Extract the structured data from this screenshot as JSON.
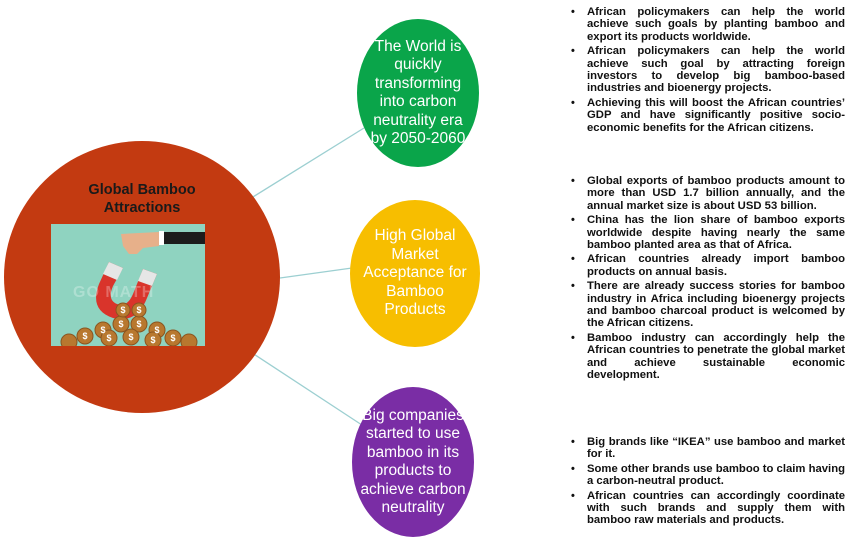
{
  "hub": {
    "title_line1": "Global Bamboo",
    "title_line2": "Attractions",
    "illustration": "magnet-attracting-coins",
    "watermark": "GO MATH",
    "color": "#c33a11"
  },
  "nodes": [
    {
      "id": "world",
      "lines": [
        "The World is",
        "quickly",
        "transforming",
        "into carbon",
        "neutrality era",
        "by 2050-2060"
      ],
      "color": "#0aa54a"
    },
    {
      "id": "market",
      "lines": [
        "High Global",
        "Market",
        "Acceptance for",
        "Bamboo",
        "Products"
      ],
      "color": "#f7be00"
    },
    {
      "id": "brands",
      "lines": [
        "Big companies",
        "started to use",
        "bamboo in its",
        "products to",
        "achieve carbon",
        "neutrality"
      ],
      "color": "#7a2da5"
    }
  ],
  "connector_color": "#9ccfd1",
  "bullets": {
    "group1": [
      "African policymakers can help the world achieve such goals by planting bamboo and export its products worldwide.",
      "African policymakers can help the world achieve such goal by attracting foreign investors to develop big bamboo-based industries and bioenergy projects.",
      "Achieving this will boost the African countries’ GDP and have significantly positive socio-economic benefits for the African citizens."
    ],
    "group2": [
      "Global exports of bamboo products amount to more than USD 1.7 billion annually, and the annual market size is about USD 53 billion.",
      "China has the lion share of bamboo exports worldwide despite having nearly the same bamboo planted area as that of Africa.",
      "African countries already import bamboo products on annual basis.",
      "There are already success stories for bamboo industry in Africa including bioenergy projects and bamboo charcoal product is welcomed by the African citizens.",
      "Bamboo industry can accordingly help the African countries to penetrate the global market and achieve sustainable economic development."
    ],
    "group3": [
      "Big brands like “IKEA” use bamboo and market for it.",
      "Some other brands use bamboo to claim having a carbon-neutral product.",
      "African countries can accordingly coordinate with such brands and supply them with bamboo raw materials and products."
    ]
  }
}
